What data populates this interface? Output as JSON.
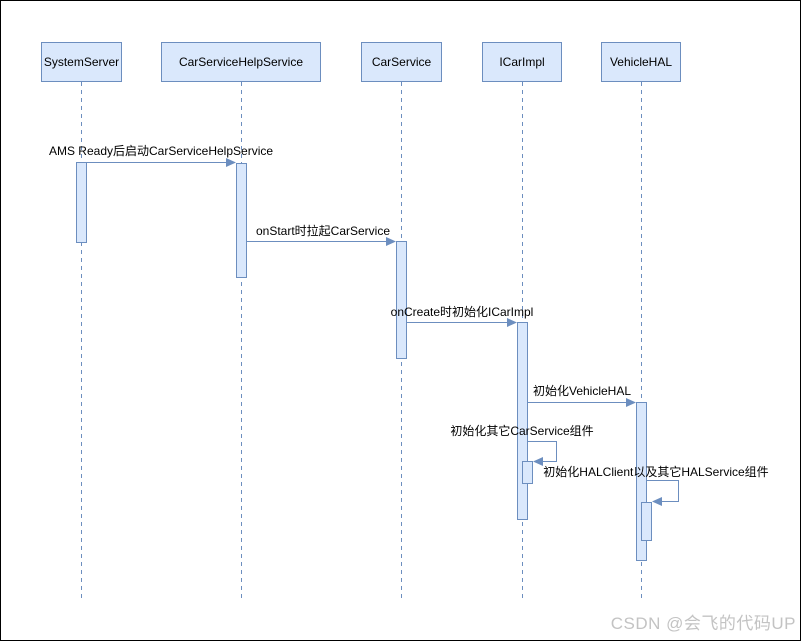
{
  "diagram": {
    "type": "uml-sequence",
    "colors": {
      "actor_fill": "#dae8fc",
      "actor_stroke": "#6c8ebf",
      "line": "#6c8ebf",
      "text": "#000000",
      "watermark": "#c3c3c3",
      "background": "#ffffff"
    },
    "actors": [
      {
        "label": "SystemServer"
      },
      {
        "label": "CarServiceHelpService"
      },
      {
        "label": "CarService"
      },
      {
        "label": "ICarImpl"
      },
      {
        "label": "VehicleHAL"
      }
    ],
    "messages": [
      {
        "label": "AMS Ready后启动CarServiceHelpService",
        "from": "SystemServer",
        "to": "CarServiceHelpService",
        "kind": "call"
      },
      {
        "label": "onStart时拉起CarService",
        "from": "CarServiceHelpService",
        "to": "CarService",
        "kind": "call"
      },
      {
        "label": "onCreate时初始化ICarImpl",
        "from": "CarService",
        "to": "ICarImpl",
        "kind": "call"
      },
      {
        "label": "初始化VehicleHAL",
        "from": "ICarImpl",
        "to": "VehicleHAL",
        "kind": "call"
      },
      {
        "label": "初始化其它CarService组件",
        "from": "ICarImpl",
        "to": "ICarImpl",
        "kind": "self"
      },
      {
        "label": "初始化HALClient以及其它HALService组件",
        "from": "VehicleHAL",
        "to": "VehicleHAL",
        "kind": "self"
      }
    ]
  },
  "watermark": {
    "text": "CSDN @会飞的代码UP"
  }
}
